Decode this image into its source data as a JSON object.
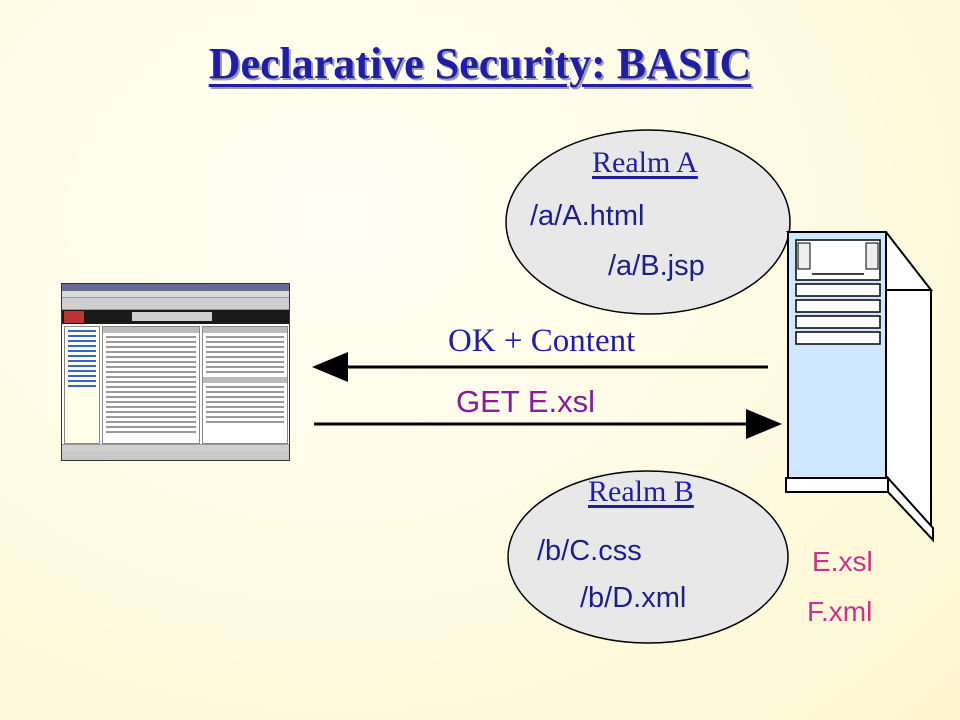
{
  "title": "Declarative Security: BASIC",
  "realm_a": {
    "label": "Realm A",
    "paths": [
      "/a/A.html",
      "/a/B.jsp"
    ]
  },
  "realm_b": {
    "label": "Realm B",
    "paths": [
      "/b/C.css",
      "/b/D.xml"
    ]
  },
  "messages": {
    "response": "OK + Content",
    "request": "GET E.xsl"
  },
  "server_files": [
    "E.xsl",
    "F.xml"
  ],
  "colors": {
    "title": "#1f1fa0",
    "realm_label": "#1f1fa0",
    "path_text": "#1f1f8c",
    "request_text": "#8a1a9a",
    "file_text": "#c8328a",
    "ellipse_fill": "#eaeaea",
    "server_body": "#cfe8ff"
  },
  "icons": {
    "browser": "browser-window-screenshot-icon",
    "server": "server-tower-icon"
  }
}
